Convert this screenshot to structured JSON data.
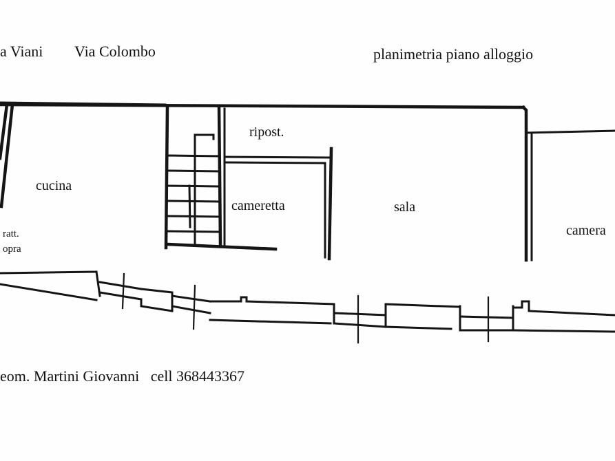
{
  "header": {
    "address_left": "a Viani",
    "address_right": "Via Colombo",
    "title": "planimetria piano alloggio"
  },
  "rooms": {
    "cucina": "cucina",
    "ripostiglio": "ripost.",
    "cameretta": "cameretta",
    "sala": "sala",
    "camera": "camera"
  },
  "note": {
    "line1": "ratt.",
    "line2": "opra"
  },
  "footer": {
    "author": "eom. Martini Giovanni",
    "phone_label": "cell",
    "phone": "368443367"
  },
  "colors": {
    "background": "#fefefe",
    "ink": "#151515"
  }
}
